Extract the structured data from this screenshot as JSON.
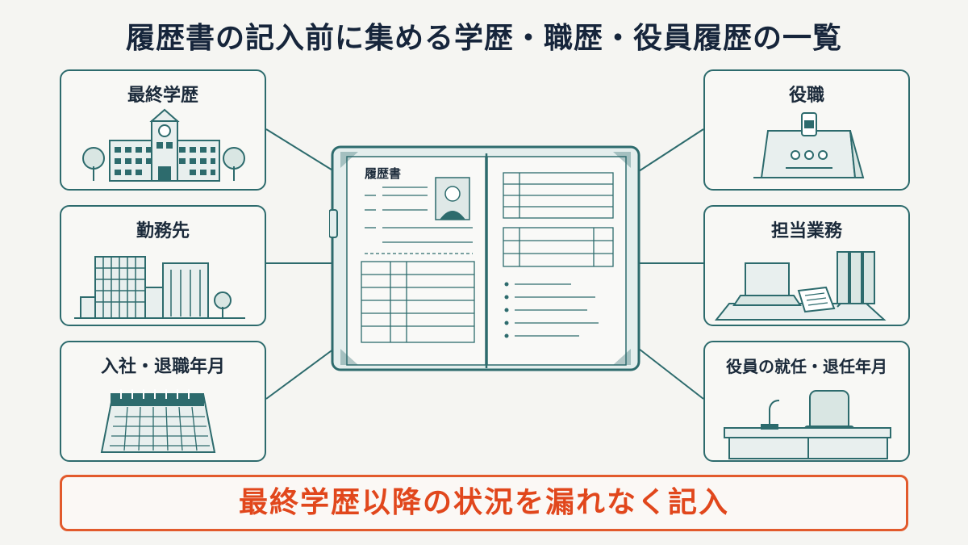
{
  "title": "履歴書の記入前に集める学歴・職歴・役員履歴の一覧",
  "cards": {
    "education": "最終学歴",
    "employer": "勤務先",
    "join_leave": "入社・退職年月",
    "position": "役職",
    "duties": "担当業務",
    "executive": "役員の就任・退任年月"
  },
  "resume": {
    "heading": "履歴書"
  },
  "footer": "最終学歴以降の状況を漏れなく記入",
  "colors": {
    "teal": "#2d6b6d",
    "navy": "#16253b",
    "accent": "#e1471c"
  }
}
